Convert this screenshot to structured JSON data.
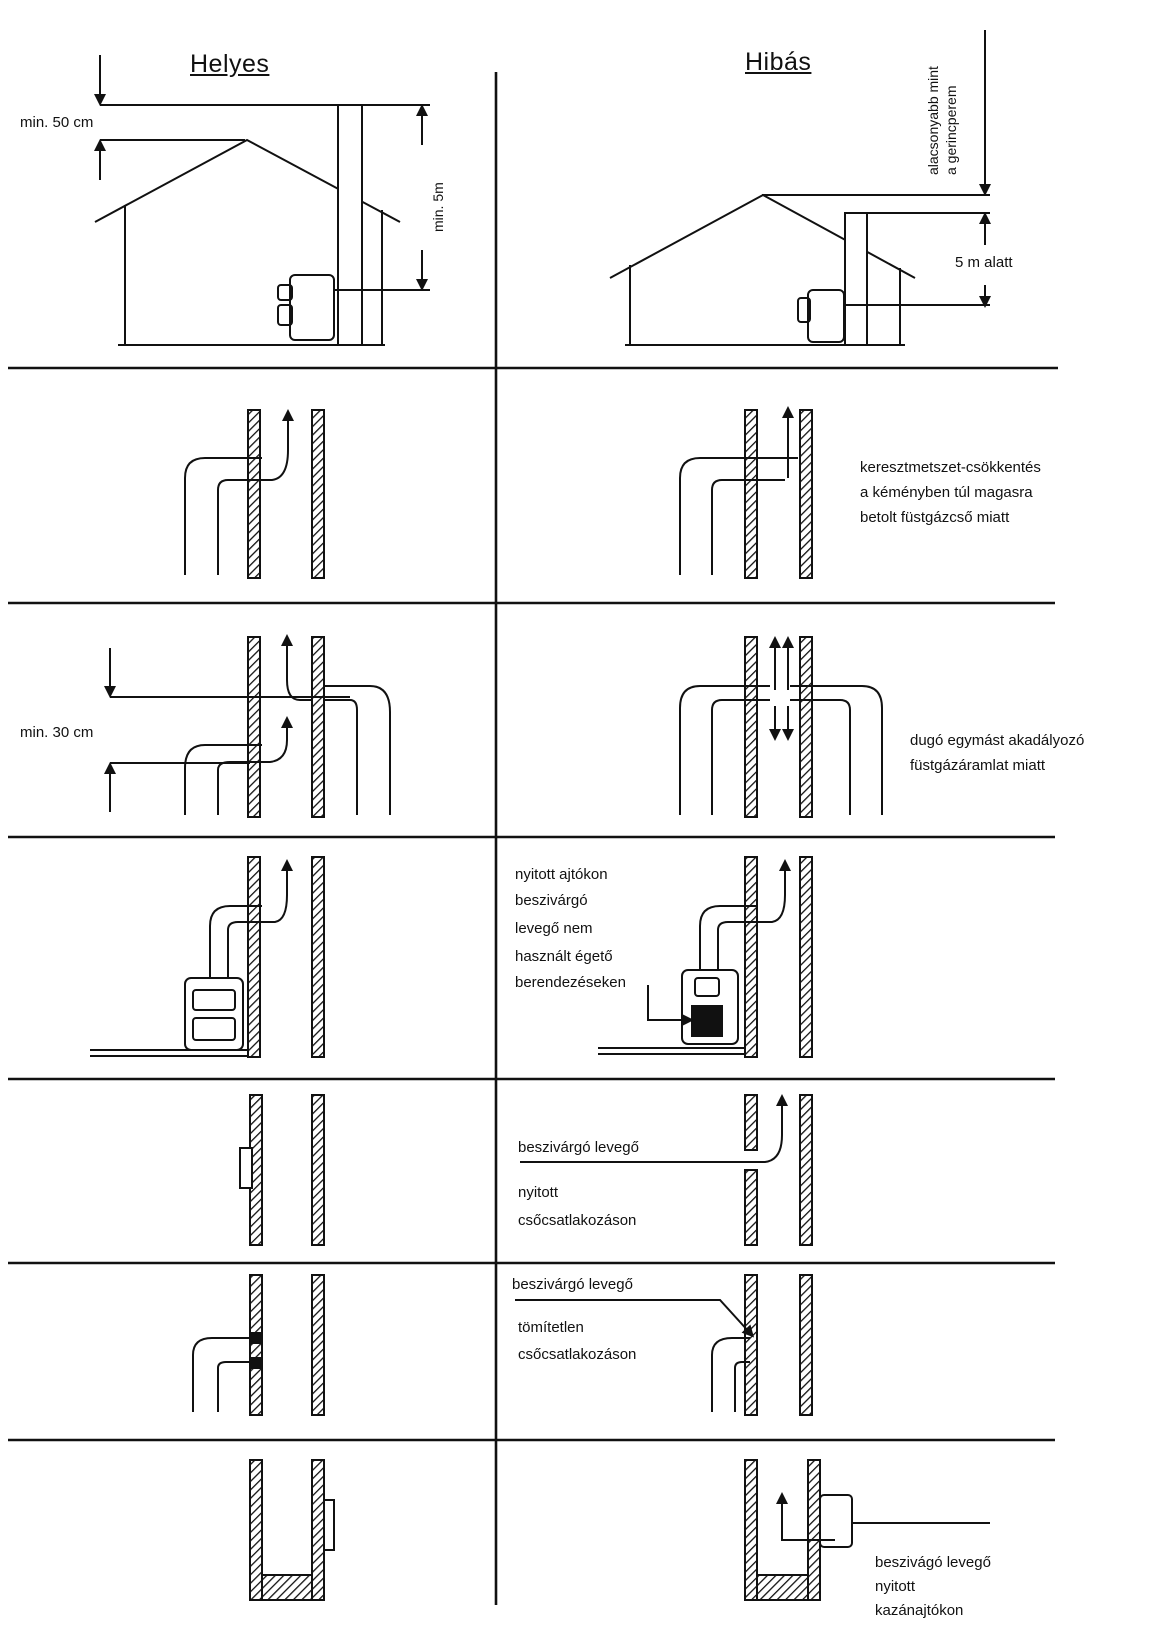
{
  "headers": {
    "correct": "Helyes",
    "wrong": "Hibás"
  },
  "row1": {
    "correct": {
      "min_above_ridge": "min. 50 cm",
      "min_height": "min. 5m"
    },
    "wrong": {
      "below_ridge_line1": "alacsonyabb mint",
      "below_ridge_line2": "a gerincperem",
      "under_5m": "5 m alatt"
    }
  },
  "row2": {
    "wrong": [
      "keresztmetszet-csökkentés",
      "a kéményben túl magasra",
      "betolt füstgázcső miatt"
    ]
  },
  "row3": {
    "correct": {
      "min_spacing": "min. 30 cm"
    },
    "wrong": [
      "dugó egymást akadályozó",
      "füstgázáramlat miatt"
    ]
  },
  "row4": {
    "wrong": [
      "nyitott ajtókon",
      "beszivárgó",
      "levegő nem",
      "használt égető",
      "berendezéseken"
    ]
  },
  "row5": {
    "wrong": [
      "beszivárgó levegő",
      "nyitott",
      "csőcsatlakozáson"
    ]
  },
  "row6": {
    "wrong": [
      "beszivárgó levegő",
      "tömítetlen",
      "csőcsatlakozáson"
    ]
  },
  "row7": {
    "wrong": [
      "beszivágó levegő",
      "nyitott",
      "kazánajtókon"
    ]
  }
}
